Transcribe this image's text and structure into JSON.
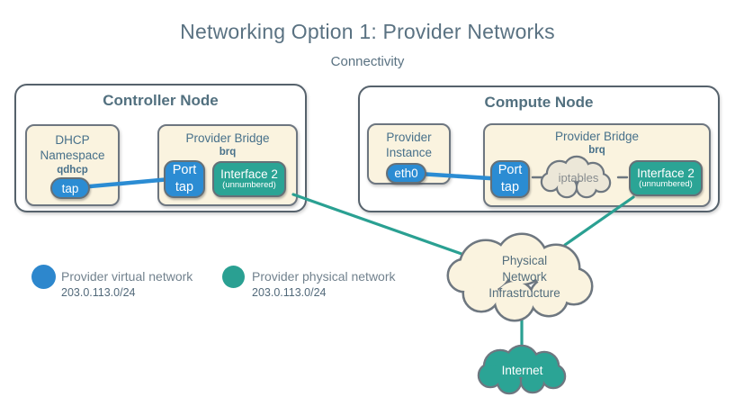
{
  "title": "Networking Option 1: Provider Networks",
  "subtitle": "Connectivity",
  "colors": {
    "provider_virtual_blue": "#2b8cd3",
    "provider_physical_teal": "#2ba495",
    "cream_box": "#faf3df",
    "slate_text": "#47708a"
  },
  "controller_node": {
    "title": "Controller Node",
    "dhcp_namespace": {
      "line1": "DHCP",
      "line2": "Namespace",
      "sub": "qdhcp",
      "port": "tap"
    },
    "provider_bridge": {
      "title": "Provider Bridge",
      "sub": "brq",
      "port_line1": "Port",
      "port_line2": "tap",
      "interface": "Interface 2",
      "interface_sub": "(unnumbered)"
    }
  },
  "compute_node": {
    "title": "Compute Node",
    "provider_instance": {
      "line1": "Provider",
      "line2": "Instance",
      "port": "eth0"
    },
    "provider_bridge": {
      "title": "Provider Bridge",
      "sub": "brq",
      "port_line1": "Port",
      "port_line2": "tap",
      "firewall": "iptables",
      "interface": "Interface 2",
      "interface_sub": "(unnumbered)"
    }
  },
  "legend": {
    "virtual": {
      "label": "Provider virtual network",
      "subnet": "203.0.113.0/24"
    },
    "physical": {
      "label": "Provider physical network",
      "subnet": "203.0.113.0/24"
    }
  },
  "physical_network_cloud": {
    "line1": "Physical",
    "line2": "Network",
    "line3": "Infrastructure"
  },
  "internet_cloud": {
    "label": "Internet"
  }
}
